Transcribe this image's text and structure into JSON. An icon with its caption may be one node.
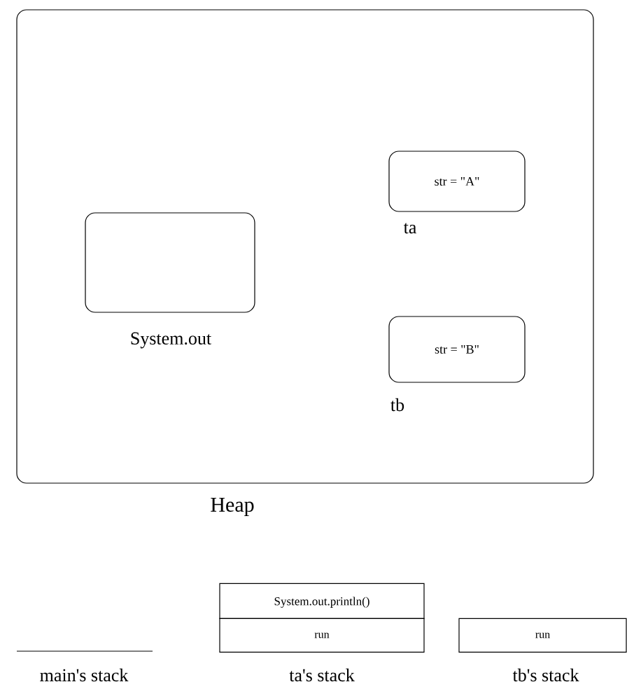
{
  "diagram": {
    "nodes": [
      {
        "text": [
          "Heap"
        ]
      },
      {
        "text": [
          "System.out"
        ],
        "in": 0
      },
      {
        "text": [
          "str = \"A\""
        ],
        "beside": [
          "ta"
        ],
        "in": 0
      },
      {
        "text": [
          "str = \"B\""
        ],
        "beside": [
          "tb"
        ],
        "in": 0
      },
      {
        "text": [
          "main's stack"
        ]
      },
      {
        "text": [
          "ta's stack"
        ]
      },
      {
        "text": [
          "System.out.println()"
        ]
      },
      {
        "text": [
          "run"
        ]
      },
      {
        "text": [
          "tb's stack"
        ]
      },
      {
        "text": [
          "run"
        ]
      }
    ]
  }
}
